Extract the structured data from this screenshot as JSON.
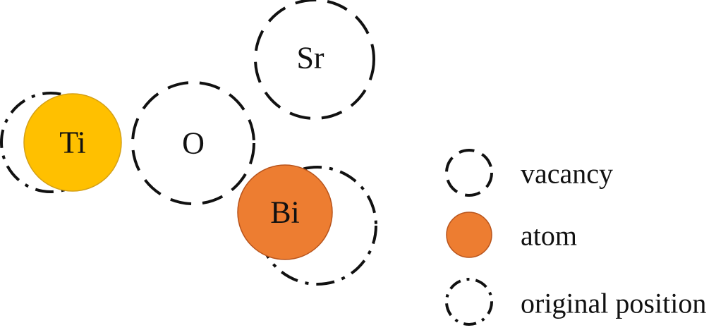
{
  "atoms": {
    "ti": {
      "label": "Ti",
      "color": "#FFC000",
      "stroke": "#D4A017"
    },
    "o": {
      "label": "O"
    },
    "sr": {
      "label": "Sr"
    },
    "bi": {
      "label": "Bi",
      "color": "#ED7D31",
      "stroke": "#B8541C"
    }
  },
  "legend": {
    "vacancy": "vacancy",
    "atom": "atom",
    "atom_color": "#ED7D31",
    "original_position": "original position"
  }
}
